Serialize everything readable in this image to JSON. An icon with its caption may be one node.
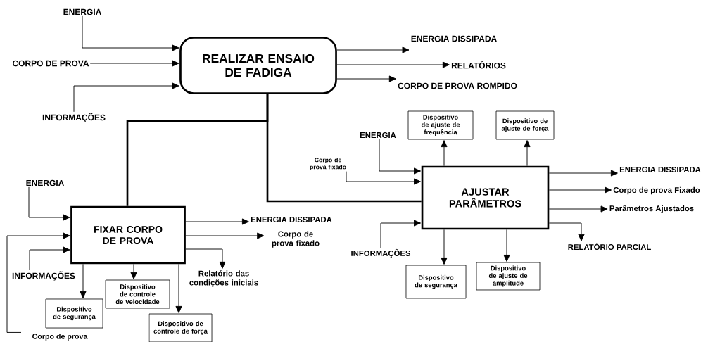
{
  "diagram": {
    "nodes": [
      {
        "text": [
          "REALIZAR ENSAIO DE FADIGA"
        ]
      },
      {
        "text": [
          "ENERGIA"
        ]
      },
      {
        "text": [
          "CORPO DE PROVA"
        ]
      },
      {
        "text": [
          "INFORMAÇÕES"
        ]
      },
      {
        "text": [
          "ENERGIA DISSIPADA"
        ]
      },
      {
        "text": [
          "RELATÓRIOS"
        ]
      },
      {
        "text": [
          "CORPO DE PROVA ROMPIDO"
        ]
      },
      {
        "text": [
          "FIXAR CORPO DE PROVA"
        ]
      },
      {
        "text": [
          "ENERGIA"
        ]
      },
      {
        "text": [
          "INFORMAÇÕES"
        ]
      },
      {
        "text": [
          "Corpo de prova"
        ]
      },
      {
        "text": [
          "ENERGIA DISSIPADA"
        ]
      },
      {
        "text": [
          "Corpo de prova fixado"
        ]
      },
      {
        "text": [
          "Relatório das condições iniciais"
        ]
      },
      {
        "text": [
          "Dispositivo de segurança"
        ]
      },
      {
        "text": [
          "Dispositivo de controle de velocidade"
        ]
      },
      {
        "text": [
          "Dispositivo de controle de força"
        ]
      },
      {
        "text": [
          "AJUSTAR PARÂMETROS"
        ]
      },
      {
        "text": [
          "ENERGIA"
        ]
      },
      {
        "text": [
          "Corpo de prova fixado"
        ]
      },
      {
        "text": [
          "INFORMAÇÕES"
        ]
      },
      {
        "text": [
          "Dispositivo de ajuste de frequência"
        ]
      },
      {
        "text": [
          "Dispositivo de ajuste de força"
        ]
      },
      {
        "text": [
          "ENERGIA DISSIPADA"
        ]
      },
      {
        "text": [
          "Corpo de prova Fixado"
        ]
      },
      {
        "text": [
          "Parâmetros Ajustados"
        ]
      },
      {
        "text": [
          "RELATÓRIO PARCIAL"
        ]
      },
      {
        "text": [
          "Dispositivo de segurança"
        ]
      },
      {
        "text": [
          "Dispositivo de ajuste de amplitude"
        ]
      }
    ],
    "edges": [
      {
        "from": 1,
        "to": 0,
        "arrow": "to"
      },
      {
        "from": 2,
        "to": 0,
        "arrow": "to"
      },
      {
        "from": 3,
        "to": 0,
        "arrow": "to"
      },
      {
        "from": 0,
        "to": 4,
        "arrow": "to"
      },
      {
        "from": 0,
        "to": 5,
        "arrow": "to"
      },
      {
        "from": 0,
        "to": 6,
        "arrow": "to"
      },
      {
        "from": 0,
        "to": 7,
        "arrow": "none",
        "style": "thick"
      },
      {
        "from": 0,
        "to": 17,
        "arrow": "none",
        "style": "thick"
      },
      {
        "from": 8,
        "to": 7,
        "arrow": "to"
      },
      {
        "from": 10,
        "to": 7,
        "arrow": "to"
      },
      {
        "from": 9,
        "to": 7,
        "arrow": "to"
      },
      {
        "from": 7,
        "to": 11,
        "arrow": "to"
      },
      {
        "from": 7,
        "to": 12,
        "arrow": "to"
      },
      {
        "from": 7,
        "to": 13,
        "arrow": "to"
      },
      {
        "from": 7,
        "to": 14,
        "arrow": "to"
      },
      {
        "from": 7,
        "to": 15,
        "arrow": "to"
      },
      {
        "from": 7,
        "to": 16,
        "arrow": "to"
      },
      {
        "from": 18,
        "to": 17,
        "arrow": "to"
      },
      {
        "from": 19,
        "to": 17,
        "arrow": "to"
      },
      {
        "from": 20,
        "to": 17,
        "arrow": "to"
      },
      {
        "from": 17,
        "to": 21,
        "arrow": "to"
      },
      {
        "from": 17,
        "to": 22,
        "arrow": "to"
      },
      {
        "from": 17,
        "to": 23,
        "arrow": "to"
      },
      {
        "from": 17,
        "to": 24,
        "arrow": "to"
      },
      {
        "from": 17,
        "to": 25,
        "arrow": "to"
      },
      {
        "from": 17,
        "to": 26,
        "arrow": "to"
      },
      {
        "from": 17,
        "to": 27,
        "arrow": "to"
      },
      {
        "from": 17,
        "to": 28,
        "arrow": "to"
      }
    ]
  }
}
